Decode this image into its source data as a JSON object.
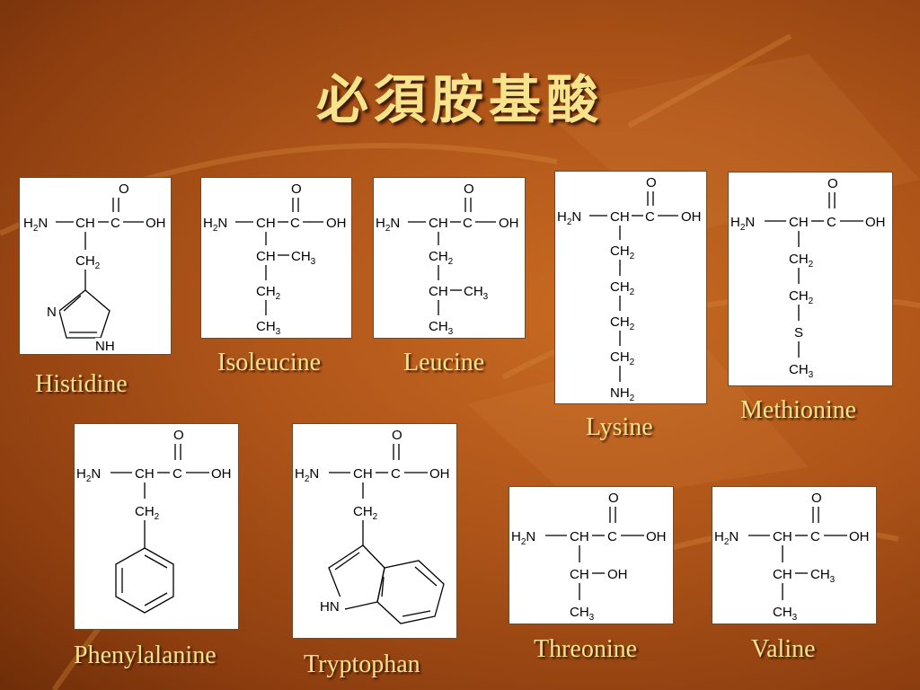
{
  "slide": {
    "title": "必須胺基酸"
  },
  "common": {
    "o": "O",
    "oh": "OH",
    "h": "H",
    "n": "N",
    "c": "C",
    "ch": "CH",
    "ch2": "CH",
    "ch3": "CH",
    "sub2": "2",
    "sub3": "3",
    "s": "S",
    "nh": "NH",
    "hn": "HN"
  },
  "amino_acids": [
    {
      "name": "Histidine"
    },
    {
      "name": "Isoleucine"
    },
    {
      "name": "Leucine"
    },
    {
      "name": "Lysine"
    },
    {
      "name": "Methionine"
    },
    {
      "name": "Phenylalanine"
    },
    {
      "name": "Tryptophan"
    },
    {
      "name": "Threonine"
    },
    {
      "name": "Valine"
    }
  ]
}
